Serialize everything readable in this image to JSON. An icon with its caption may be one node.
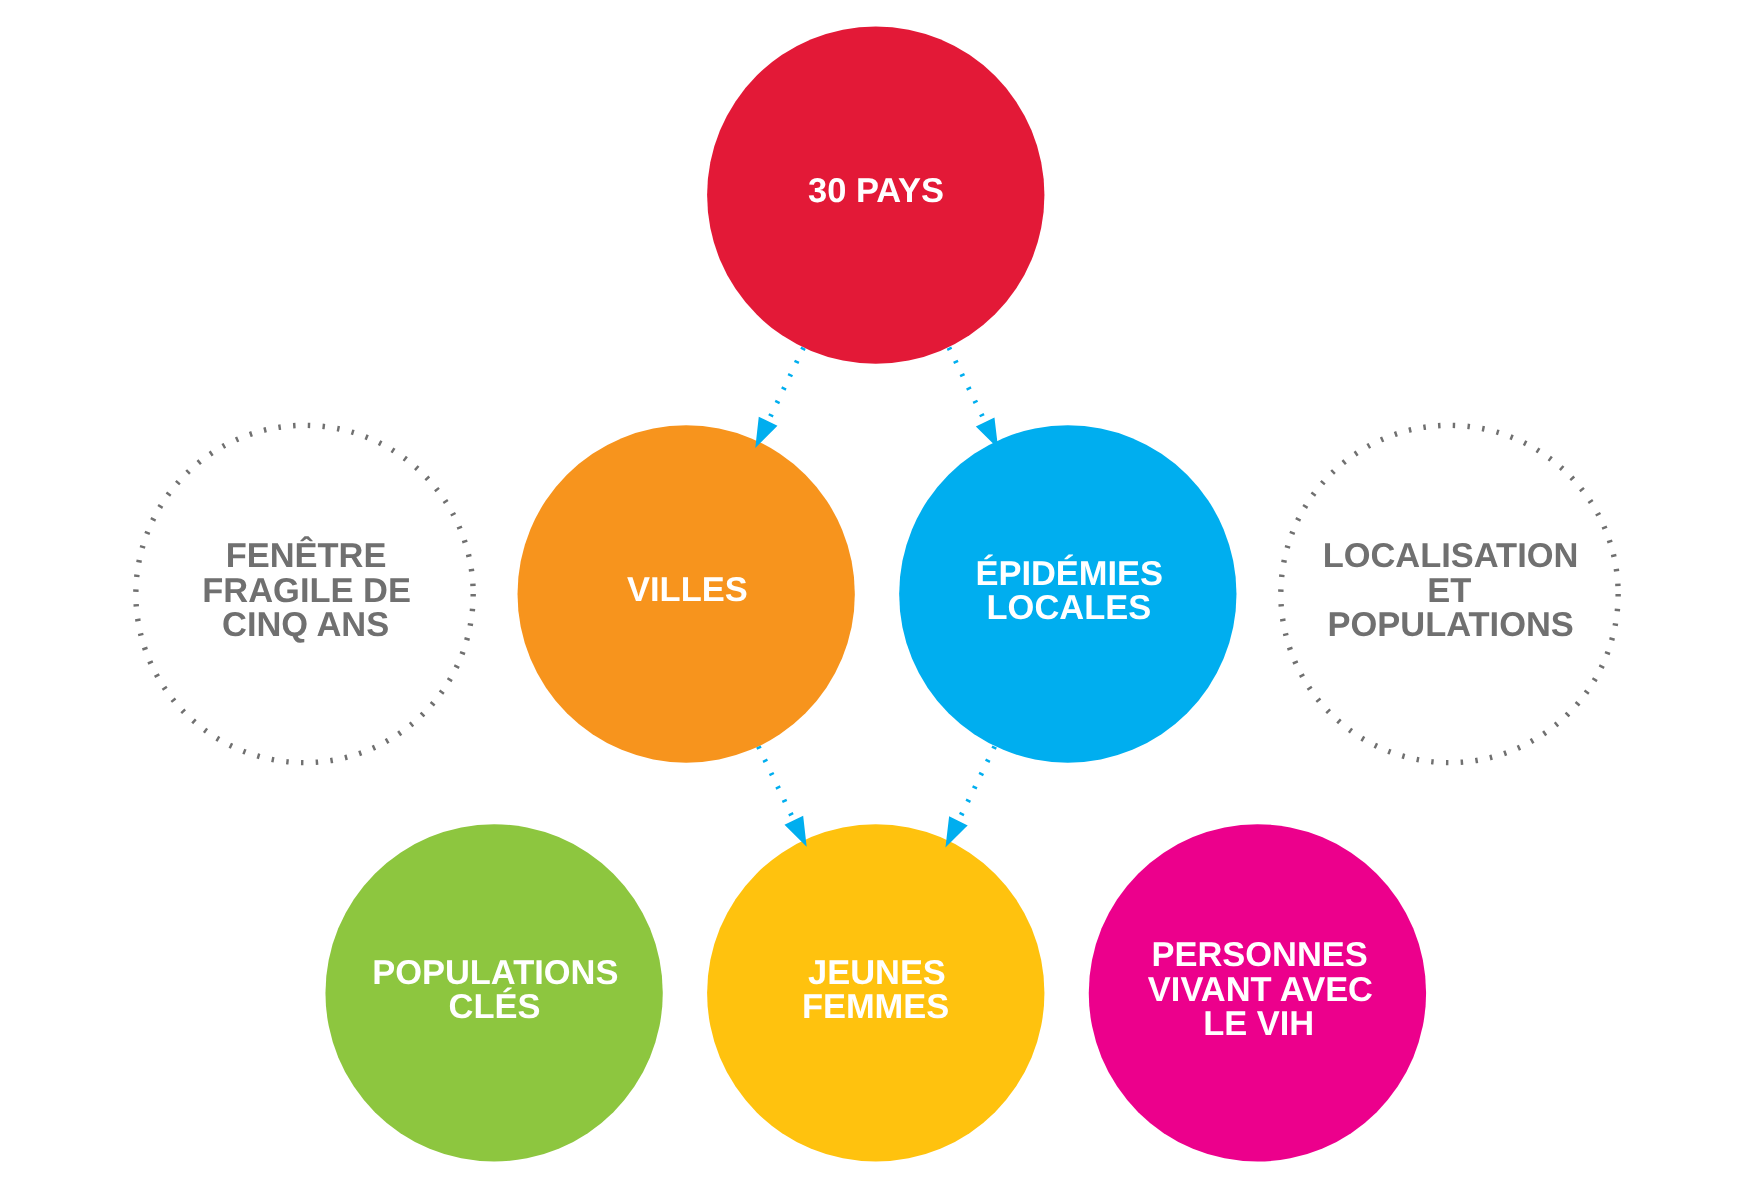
{
  "diagram": {
    "nodes": [
      {
        "text": [
          "30 PAYS"
        ]
      },
      {
        "text": [
          "FENÊTRE FRAGILE DE CINQ ANS"
        ]
      },
      {
        "text": [
          "VILLES"
        ]
      },
      {
        "text": [
          "ÉPIDÉMIES LOCALES"
        ]
      },
      {
        "text": [
          "LOCALISATION ET POPULATIONS"
        ]
      },
      {
        "text": [
          "POPULATIONS CLÉS"
        ]
      },
      {
        "text": [
          "JEUNES FEMMES"
        ]
      },
      {
        "text": [
          "PERSONNES VIVANT AVEC LE VIH"
        ]
      }
    ],
    "edges": [
      {
        "from": 0,
        "to": 2,
        "arrow": "to",
        "style": "dashed"
      },
      {
        "from": 0,
        "to": 3,
        "arrow": "to",
        "style": "dashed"
      },
      {
        "from": 2,
        "to": 6,
        "arrow": "to",
        "style": "dashed"
      },
      {
        "from": 3,
        "to": 6,
        "arrow": "to",
        "style": "dashed"
      }
    ]
  }
}
